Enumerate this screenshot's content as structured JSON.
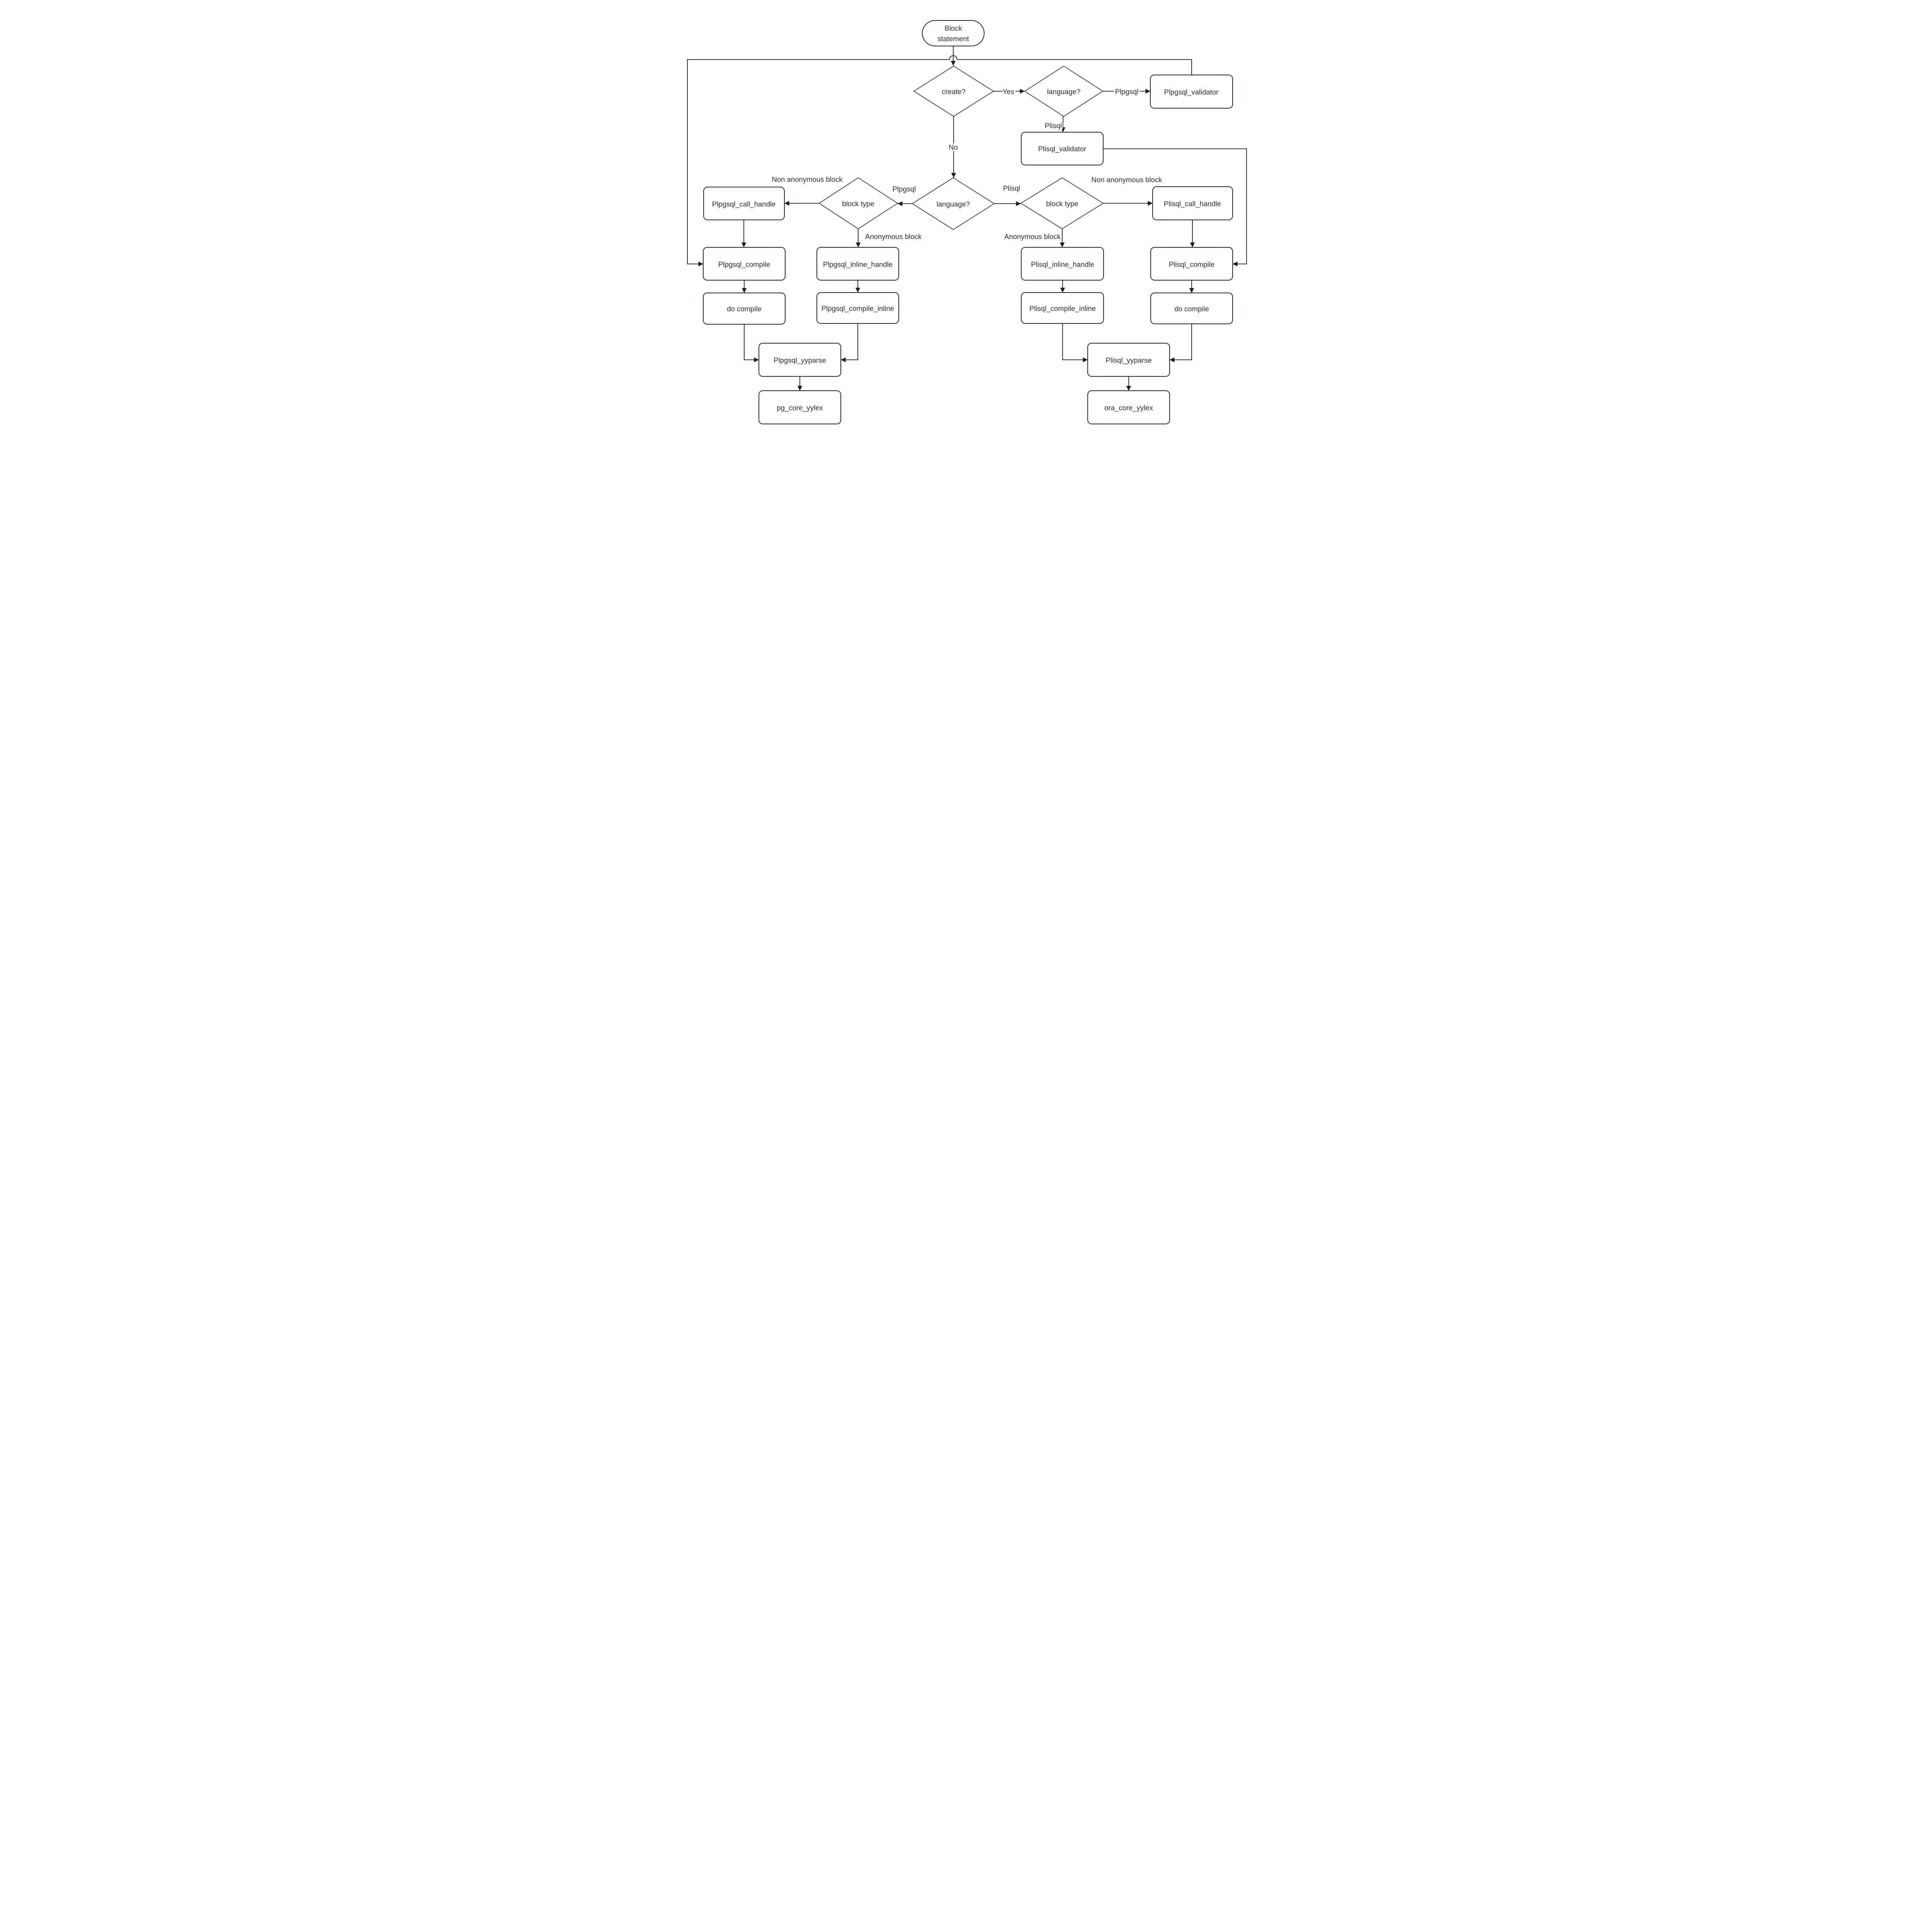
{
  "diagram": {
    "colors": {
      "background": "#ffffff",
      "node_border": "#1e2a52",
      "edge": "#1c1c1c",
      "text": "#2b2b2b"
    },
    "nodes": {
      "block_statement": {
        "line1": "Block",
        "line2": "statement"
      },
      "create_decision": {
        "label": "create?"
      },
      "language_decision_top": {
        "label": "language?"
      },
      "plpgsql_validator": {
        "label": "Plpgsql_validator"
      },
      "plisql_validator": {
        "label": "Plisql_validator"
      },
      "language_decision_center": {
        "label": "language?"
      },
      "block_type_left": {
        "label": "block type"
      },
      "block_type_right": {
        "label": "block type"
      },
      "plpgsql_call_handle": {
        "label": "Plpgsql_call_handle"
      },
      "plpgsql_inline_handle": {
        "label": "Plpgsql_inline_handle"
      },
      "plisql_inline_handle": {
        "label": "Plisql_inline_handle"
      },
      "plisql_call_handle": {
        "label": "Plisql_call_handle"
      },
      "plpgsql_compile": {
        "label": "Plpgsql_compile"
      },
      "plpgsql_compile_inline": {
        "label": "Plpgsql_compile_inline"
      },
      "plisql_compile_inline": {
        "label": "Plisql_compile_inline"
      },
      "plisql_compile": {
        "label": "Plisql_compile"
      },
      "do_compile_left": {
        "label": "do compile"
      },
      "do_compile_right": {
        "label": "do compile"
      },
      "plpgsql_yyparse": {
        "label": "Plpgsql_yyparse"
      },
      "plisql_yyparse": {
        "label": "Plisql_yyparse"
      },
      "pg_core_yylex": {
        "label": "pg_core_yylex"
      },
      "ora_core_yylex": {
        "label": "ora_core_yylex"
      }
    },
    "edge_labels": {
      "yes": "Yes",
      "no": "No",
      "plpgsql_create_branch": "Plpgsql",
      "plisql_create_branch": "Plisql",
      "plpgsql_center_branch": "Plpgsql",
      "plisql_center_branch": "Plisql",
      "non_anonymous_left": "Non anonymous block",
      "anonymous_left": "Anonymous block",
      "non_anonymous_right": "Non anonymous block",
      "anonymous_right": "Anonymous block"
    }
  }
}
